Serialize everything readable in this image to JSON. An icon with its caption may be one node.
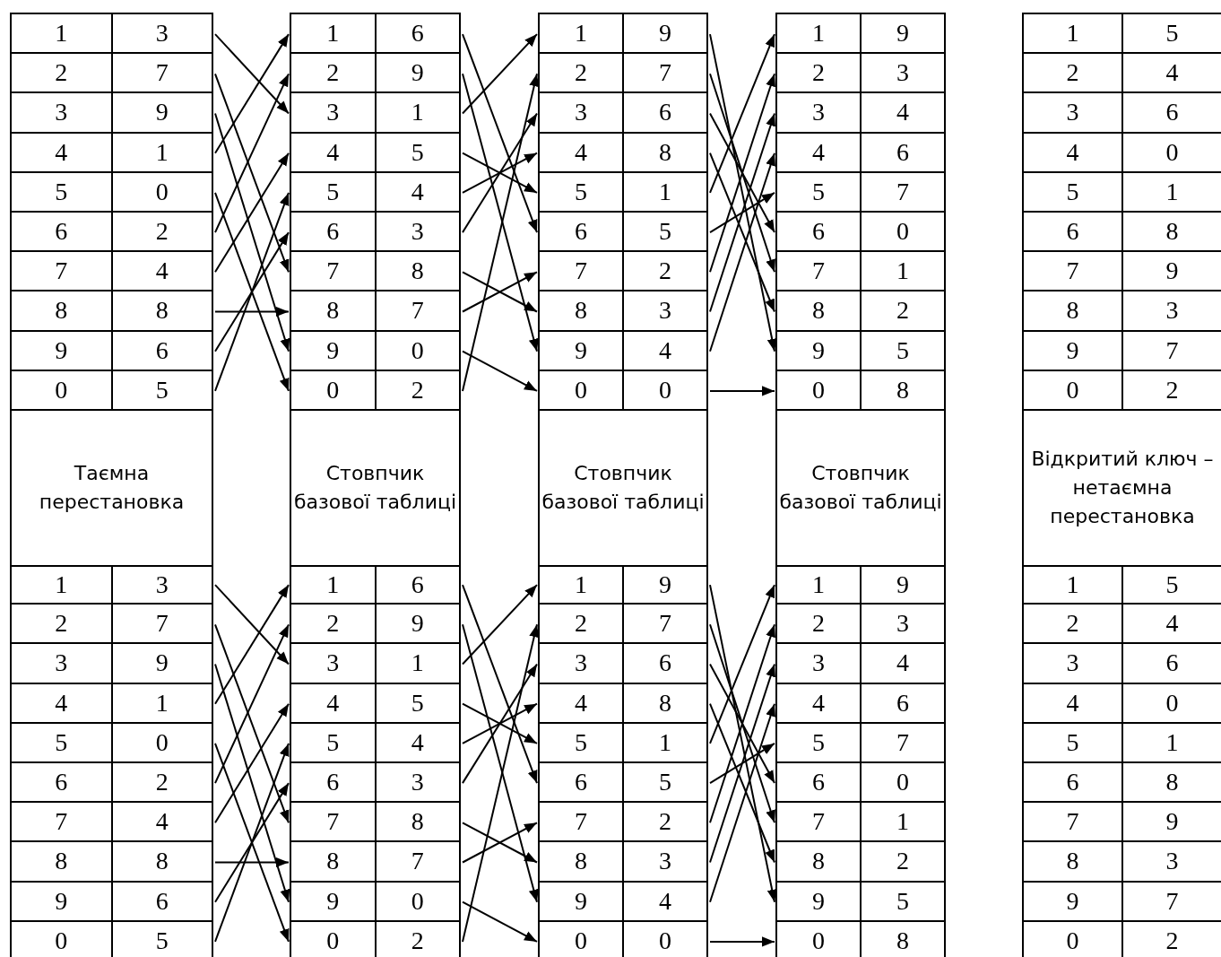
{
  "diagram": {
    "nodes": [
      {
        "text": [
          "Таємна перестановка"
        ]
      },
      {
        "text": [
          "1",
          "3"
        ],
        "in": 0
      },
      {
        "text": [
          "2",
          "7"
        ],
        "in": 0
      },
      {
        "text": [
          "3",
          "9"
        ],
        "in": 0
      },
      {
        "text": [
          "4",
          "1"
        ],
        "in": 0
      },
      {
        "text": [
          "5",
          "0"
        ],
        "in": 0
      },
      {
        "text": [
          "6",
          "2"
        ],
        "in": 0
      },
      {
        "text": [
          "7",
          "4"
        ],
        "in": 0
      },
      {
        "text": [
          "8",
          "8"
        ],
        "in": 0
      },
      {
        "text": [
          "9",
          "6"
        ],
        "in": 0
      },
      {
        "text": [
          "0",
          "5"
        ],
        "in": 0
      },
      {
        "text": [
          "1",
          "3"
        ],
        "in": 0
      },
      {
        "text": [
          "2",
          "7"
        ],
        "in": 0
      },
      {
        "text": [
          "3",
          "9"
        ],
        "in": 0
      },
      {
        "text": [
          "4",
          "1"
        ],
        "in": 0
      },
      {
        "text": [
          "5",
          "0"
        ],
        "in": 0
      },
      {
        "text": [
          "6",
          "2"
        ],
        "in": 0
      },
      {
        "text": [
          "7",
          "4"
        ],
        "in": 0
      },
      {
        "text": [
          "8",
          "8"
        ],
        "in": 0
      },
      {
        "text": [
          "9",
          "6"
        ],
        "in": 0
      },
      {
        "text": [
          "0",
          "5"
        ],
        "in": 0
      },
      {
        "text": [
          "Стовпчик базової таблиці"
        ]
      },
      {
        "text": [
          "1",
          "6"
        ],
        "in": 21
      },
      {
        "text": [
          "2",
          "9"
        ],
        "in": 21
      },
      {
        "text": [
          "3",
          "1"
        ],
        "in": 21
      },
      {
        "text": [
          "4",
          "5"
        ],
        "in": 21
      },
      {
        "text": [
          "5",
          "4"
        ],
        "in": 21
      },
      {
        "text": [
          "6",
          "3"
        ],
        "in": 21
      },
      {
        "text": [
          "7",
          "8"
        ],
        "in": 21
      },
      {
        "text": [
          "8",
          "7"
        ],
        "in": 21
      },
      {
        "text": [
          "9",
          "0"
        ],
        "in": 21
      },
      {
        "text": [
          "0",
          "2"
        ],
        "in": 21
      },
      {
        "text": [
          "1",
          "6"
        ],
        "in": 21
      },
      {
        "text": [
          "2",
          "9"
        ],
        "in": 21
      },
      {
        "text": [
          "3",
          "1"
        ],
        "in": 21
      },
      {
        "text": [
          "4",
          "5"
        ],
        "in": 21
      },
      {
        "text": [
          "5",
          "4"
        ],
        "in": 21
      },
      {
        "text": [
          "6",
          "3"
        ],
        "in": 21
      },
      {
        "text": [
          "7",
          "8"
        ],
        "in": 21
      },
      {
        "text": [
          "8",
          "7"
        ],
        "in": 21
      },
      {
        "text": [
          "9",
          "0"
        ],
        "in": 21
      },
      {
        "text": [
          "0",
          "2"
        ],
        "in": 21
      },
      {
        "text": [
          "Стовпчик базової таблиці"
        ]
      },
      {
        "text": [
          "1",
          "9"
        ],
        "in": 42
      },
      {
        "text": [
          "2",
          "7"
        ],
        "in": 42
      },
      {
        "text": [
          "3",
          "6"
        ],
        "in": 42
      },
      {
        "text": [
          "4",
          "8"
        ],
        "in": 42
      },
      {
        "text": [
          "5",
          "1"
        ],
        "in": 42
      },
      {
        "text": [
          "6",
          "5"
        ],
        "in": 42
      },
      {
        "text": [
          "7",
          "2"
        ],
        "in": 42
      },
      {
        "text": [
          "8",
          "3"
        ],
        "in": 42
      },
      {
        "text": [
          "9",
          "4"
        ],
        "in": 42
      },
      {
        "text": [
          "0",
          "0"
        ],
        "in": 42
      },
      {
        "text": [
          "1",
          "9"
        ],
        "in": 42
      },
      {
        "text": [
          "2",
          "7"
        ],
        "in": 42
      },
      {
        "text": [
          "3",
          "6"
        ],
        "in": 42
      },
      {
        "text": [
          "4",
          "8"
        ],
        "in": 42
      },
      {
        "text": [
          "5",
          "1"
        ],
        "in": 42
      },
      {
        "text": [
          "6",
          "5"
        ],
        "in": 42
      },
      {
        "text": [
          "7",
          "2"
        ],
        "in": 42
      },
      {
        "text": [
          "8",
          "3"
        ],
        "in": 42
      },
      {
        "text": [
          "9",
          "4"
        ],
        "in": 42
      },
      {
        "text": [
          "0",
          "0"
        ],
        "in": 42
      },
      {
        "text": [
          "Стовпчик базової таблиці"
        ]
      },
      {
        "text": [
          "1",
          "9"
        ],
        "in": 63
      },
      {
        "text": [
          "2",
          "3"
        ],
        "in": 63
      },
      {
        "text": [
          "3",
          "4"
        ],
        "in": 63
      },
      {
        "text": [
          "4",
          "6"
        ],
        "in": 63
      },
      {
        "text": [
          "5",
          "7"
        ],
        "in": 63
      },
      {
        "text": [
          "6",
          "0"
        ],
        "in": 63
      },
      {
        "text": [
          "7",
          "1"
        ],
        "in": 63
      },
      {
        "text": [
          "8",
          "2"
        ],
        "in": 63
      },
      {
        "text": [
          "9",
          "5"
        ],
        "in": 63
      },
      {
        "text": [
          "0",
          "8"
        ],
        "in": 63
      },
      {
        "text": [
          "1",
          "9"
        ],
        "in": 63
      },
      {
        "text": [
          "2",
          "3"
        ],
        "in": 63
      },
      {
        "text": [
          "3",
          "4"
        ],
        "in": 63
      },
      {
        "text": [
          "4",
          "6"
        ],
        "in": 63
      },
      {
        "text": [
          "5",
          "7"
        ],
        "in": 63
      },
      {
        "text": [
          "6",
          "0"
        ],
        "in": 63
      },
      {
        "text": [
          "7",
          "1"
        ],
        "in": 63
      },
      {
        "text": [
          "8",
          "2"
        ],
        "in": 63
      },
      {
        "text": [
          "9",
          "5"
        ],
        "in": 63
      },
      {
        "text": [
          "0",
          "8"
        ],
        "in": 63
      },
      {
        "text": [
          "Відкритий ключ – нетаємна перестановка"
        ]
      },
      {
        "text": [
          "1",
          "5"
        ],
        "in": 84
      },
      {
        "text": [
          "2",
          "4"
        ],
        "in": 84
      },
      {
        "text": [
          "3",
          "6"
        ],
        "in": 84
      },
      {
        "text": [
          "4",
          "0"
        ],
        "in": 84
      },
      {
        "text": [
          "5",
          "1"
        ],
        "in": 84
      },
      {
        "text": [
          "6",
          "8"
        ],
        "in": 84
      },
      {
        "text": [
          "7",
          "9"
        ],
        "in": 84
      },
      {
        "text": [
          "8",
          "3"
        ],
        "in": 84
      },
      {
        "text": [
          "9",
          "7"
        ],
        "in": 84
      },
      {
        "text": [
          "0",
          "2"
        ],
        "in": 84
      },
      {
        "text": [
          "1",
          "5"
        ],
        "in": 84
      },
      {
        "text": [
          "2",
          "4"
        ],
        "in": 84
      },
      {
        "text": [
          "3",
          "6"
        ],
        "in": 84
      },
      {
        "text": [
          "4",
          "0"
        ],
        "in": 84
      },
      {
        "text": [
          "5",
          "1"
        ],
        "in": 84
      },
      {
        "text": [
          "6",
          "8"
        ],
        "in": 84
      },
      {
        "text": [
          "7",
          "9"
        ],
        "in": 84
      },
      {
        "text": [
          "8",
          "3"
        ],
        "in": 84
      },
      {
        "text": [
          "9",
          "7"
        ],
        "in": 84
      },
      {
        "text": [
          "0",
          "2"
        ],
        "in": 84
      }
    ],
    "edges": [
      {
        "from": 1,
        "to": 24,
        "arrow": "to"
      },
      {
        "from": 2,
        "to": 28,
        "arrow": "to"
      },
      {
        "from": 3,
        "to": 30,
        "arrow": "to"
      },
      {
        "from": 4,
        "to": 22,
        "arrow": "to"
      },
      {
        "from": 5,
        "to": 31,
        "arrow": "to"
      },
      {
        "from": 6,
        "to": 23,
        "arrow": "to"
      },
      {
        "from": 7,
        "to": 25,
        "arrow": "to"
      },
      {
        "from": 8,
        "to": 29,
        "arrow": "to"
      },
      {
        "from": 9,
        "to": 27,
        "arrow": "to"
      },
      {
        "from": 10,
        "to": 26,
        "arrow": "to"
      },
      {
        "from": 22,
        "to": 48,
        "arrow": "to"
      },
      {
        "from": 23,
        "to": 51,
        "arrow": "to"
      },
      {
        "from": 24,
        "to": 43,
        "arrow": "to"
      },
      {
        "from": 25,
        "to": 47,
        "arrow": "to"
      },
      {
        "from": 26,
        "to": 46,
        "arrow": "to"
      },
      {
        "from": 27,
        "to": 45,
        "arrow": "to"
      },
      {
        "from": 28,
        "to": 50,
        "arrow": "to"
      },
      {
        "from": 29,
        "to": 49,
        "arrow": "to"
      },
      {
        "from": 30,
        "to": 52,
        "arrow": "to"
      },
      {
        "from": 31,
        "to": 44,
        "arrow": "to"
      },
      {
        "from": 43,
        "to": 72,
        "arrow": "to"
      },
      {
        "from": 44,
        "to": 70,
        "arrow": "to"
      },
      {
        "from": 45,
        "to": 69,
        "arrow": "to"
      },
      {
        "from": 46,
        "to": 71,
        "arrow": "to"
      },
      {
        "from": 47,
        "to": 64,
        "arrow": "to"
      },
      {
        "from": 48,
        "to": 68,
        "arrow": "to"
      },
      {
        "from": 49,
        "to": 65,
        "arrow": "to"
      },
      {
        "from": 50,
        "to": 66,
        "arrow": "to"
      },
      {
        "from": 51,
        "to": 67,
        "arrow": "to"
      },
      {
        "from": 52,
        "to": 73,
        "arrow": "to"
      },
      {
        "from": 11,
        "to": 34,
        "arrow": "to"
      },
      {
        "from": 12,
        "to": 38,
        "arrow": "to"
      },
      {
        "from": 13,
        "to": 40,
        "arrow": "to"
      },
      {
        "from": 14,
        "to": 32,
        "arrow": "to"
      },
      {
        "from": 15,
        "to": 41,
        "arrow": "to"
      },
      {
        "from": 16,
        "to": 33,
        "arrow": "to"
      },
      {
        "from": 17,
        "to": 35,
        "arrow": "to"
      },
      {
        "from": 18,
        "to": 39,
        "arrow": "to"
      },
      {
        "from": 19,
        "to": 37,
        "arrow": "to"
      },
      {
        "from": 20,
        "to": 36,
        "arrow": "to"
      },
      {
        "from": 32,
        "to": 58,
        "arrow": "to"
      },
      {
        "from": 33,
        "to": 61,
        "arrow": "to"
      },
      {
        "from": 34,
        "to": 53,
        "arrow": "to"
      },
      {
        "from": 35,
        "to": 57,
        "arrow": "to"
      },
      {
        "from": 36,
        "to": 56,
        "arrow": "to"
      },
      {
        "from": 37,
        "to": 55,
        "arrow": "to"
      },
      {
        "from": 38,
        "to": 60,
        "arrow": "to"
      },
      {
        "from": 39,
        "to": 59,
        "arrow": "to"
      },
      {
        "from": 40,
        "to": 62,
        "arrow": "to"
      },
      {
        "from": 41,
        "to": 54,
        "arrow": "to"
      },
      {
        "from": 53,
        "to": 82,
        "arrow": "to"
      },
      {
        "from": 54,
        "to": 80,
        "arrow": "to"
      },
      {
        "from": 55,
        "to": 79,
        "arrow": "to"
      },
      {
        "from": 56,
        "to": 81,
        "arrow": "to"
      },
      {
        "from": 57,
        "to": 74,
        "arrow": "to"
      },
      {
        "from": 58,
        "to": 78,
        "arrow": "to"
      },
      {
        "from": 59,
        "to": 75,
        "arrow": "to"
      },
      {
        "from": 60,
        "to": 76,
        "arrow": "to"
      },
      {
        "from": 61,
        "to": 77,
        "arrow": "to"
      },
      {
        "from": 62,
        "to": 83,
        "arrow": "to"
      }
    ]
  }
}
